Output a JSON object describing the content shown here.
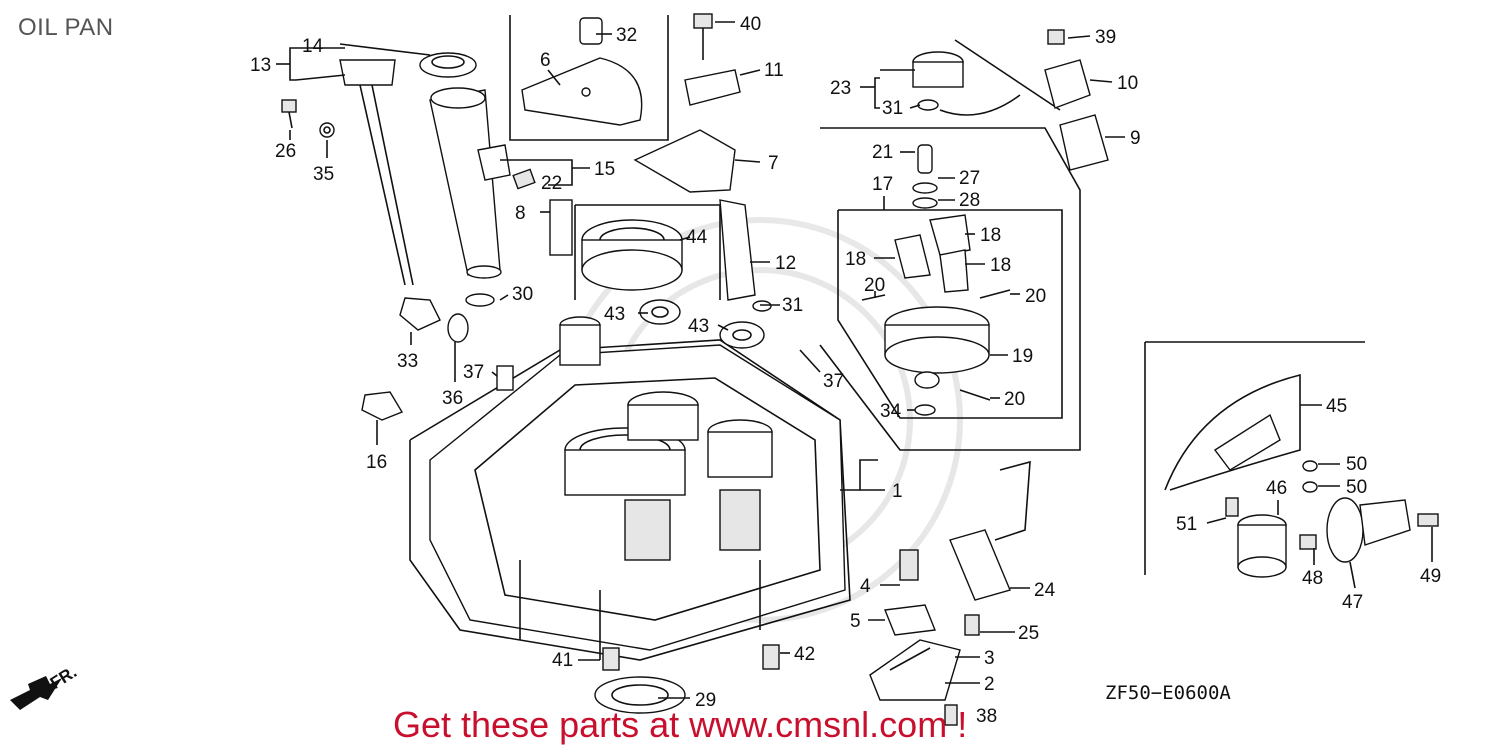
{
  "title": "OIL PAN",
  "diagram_code": "ZF50−E0600A",
  "promo": "Get these parts at www.cmsnl.com !",
  "front_marker": "FR.",
  "callouts": [
    {
      "id": "c1",
      "num": "1"
    },
    {
      "id": "c2",
      "num": "2"
    },
    {
      "id": "c3",
      "num": "3"
    },
    {
      "id": "c4",
      "num": "4"
    },
    {
      "id": "c5",
      "num": "5"
    },
    {
      "id": "c6",
      "num": "6"
    },
    {
      "id": "c7",
      "num": "7"
    },
    {
      "id": "c8",
      "num": "8"
    },
    {
      "id": "c9",
      "num": "9"
    },
    {
      "id": "c10",
      "num": "10"
    },
    {
      "id": "c11",
      "num": "11"
    },
    {
      "id": "c12",
      "num": "12"
    },
    {
      "id": "c13",
      "num": "13"
    },
    {
      "id": "c14",
      "num": "14"
    },
    {
      "id": "c15",
      "num": "15"
    },
    {
      "id": "c16",
      "num": "16"
    },
    {
      "id": "c17",
      "num": "17"
    },
    {
      "id": "c18a",
      "num": "18"
    },
    {
      "id": "c18b",
      "num": "18"
    },
    {
      "id": "c18c",
      "num": "18"
    },
    {
      "id": "c19",
      "num": "19"
    },
    {
      "id": "c20a",
      "num": "20"
    },
    {
      "id": "c20b",
      "num": "20"
    },
    {
      "id": "c20c",
      "num": "20"
    },
    {
      "id": "c21",
      "num": "21"
    },
    {
      "id": "c22",
      "num": "22"
    },
    {
      "id": "c23",
      "num": "23"
    },
    {
      "id": "c24",
      "num": "24"
    },
    {
      "id": "c25",
      "num": "25"
    },
    {
      "id": "c26",
      "num": "26"
    },
    {
      "id": "c27",
      "num": "27"
    },
    {
      "id": "c28",
      "num": "28"
    },
    {
      "id": "c29",
      "num": "29"
    },
    {
      "id": "c30",
      "num": "30"
    },
    {
      "id": "c31a",
      "num": "31"
    },
    {
      "id": "c31b",
      "num": "31"
    },
    {
      "id": "c32",
      "num": "32"
    },
    {
      "id": "c33",
      "num": "33"
    },
    {
      "id": "c34",
      "num": "34"
    },
    {
      "id": "c35",
      "num": "35"
    },
    {
      "id": "c36",
      "num": "36"
    },
    {
      "id": "c37a",
      "num": "37"
    },
    {
      "id": "c37b",
      "num": "37"
    },
    {
      "id": "c38",
      "num": "38"
    },
    {
      "id": "c39",
      "num": "39"
    },
    {
      "id": "c40",
      "num": "40"
    },
    {
      "id": "c41",
      "num": "41"
    },
    {
      "id": "c42",
      "num": "42"
    },
    {
      "id": "c43a",
      "num": "43"
    },
    {
      "id": "c43b",
      "num": "43"
    },
    {
      "id": "c44",
      "num": "44"
    },
    {
      "id": "c45",
      "num": "45"
    },
    {
      "id": "c46",
      "num": "46"
    },
    {
      "id": "c47",
      "num": "47"
    },
    {
      "id": "c48",
      "num": "48"
    },
    {
      "id": "c49",
      "num": "49"
    },
    {
      "id": "c50a",
      "num": "50"
    },
    {
      "id": "c50b",
      "num": "50"
    },
    {
      "id": "c51",
      "num": "51"
    }
  ]
}
